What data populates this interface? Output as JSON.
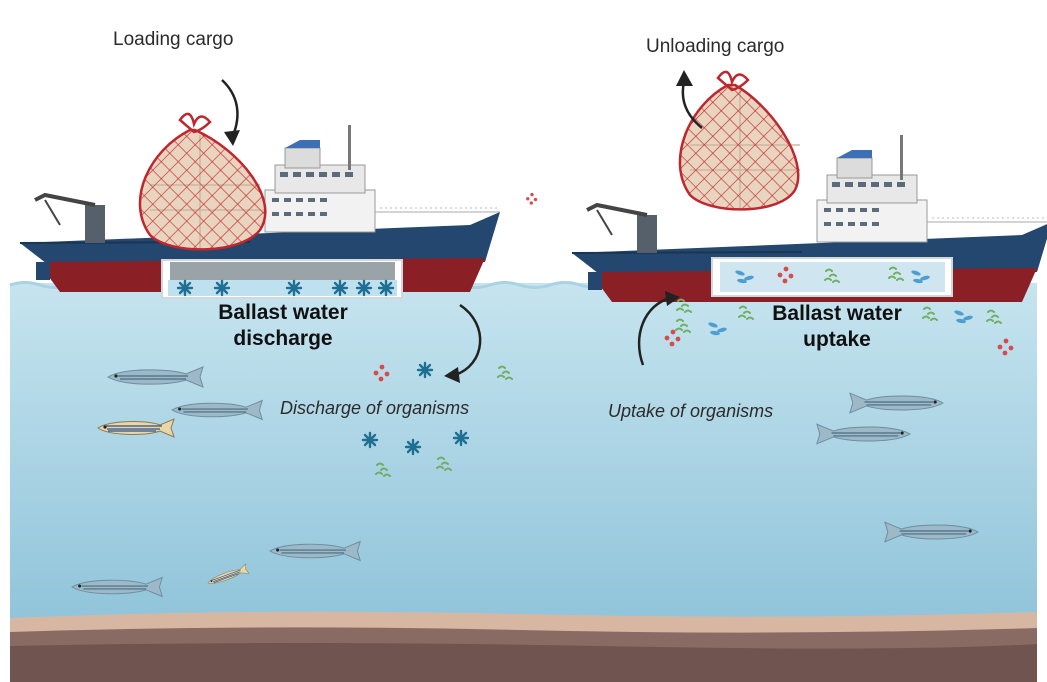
{
  "labels": {
    "loading_cargo": "Loading cargo",
    "unloading_cargo": "Unloading cargo",
    "discharge_title_line1": "Ballast water",
    "discharge_title_line2": "discharge",
    "uptake_title_line1": "Ballast water",
    "uptake_title_line2": "uptake",
    "discharge_organisms": "Discharge of organisms",
    "uptake_organisms": "Uptake of organisms"
  },
  "colors": {
    "sky": "#ffffff",
    "water_top": "#c4e3ee",
    "water_bottom": "#8fc3d9",
    "hull_blue": "#23476e",
    "hull_red": "#8a2025",
    "net_red": "#c0262e",
    "cargo_beige": "#e9d5bf",
    "seafloor_light": "#d8b7a2",
    "seafloor_dark": "#6f5450",
    "organism_blue": "#1f7fa3",
    "organism_green": "#6fae62",
    "organism_red": "#d94a4a"
  },
  "icons": {
    "fish": "zebrafish-icon",
    "star_organism": "plankton-star-icon",
    "algae": "algae-icon",
    "bacteria": "bacteria-dots-icon",
    "net": "cargo-net-icon"
  }
}
